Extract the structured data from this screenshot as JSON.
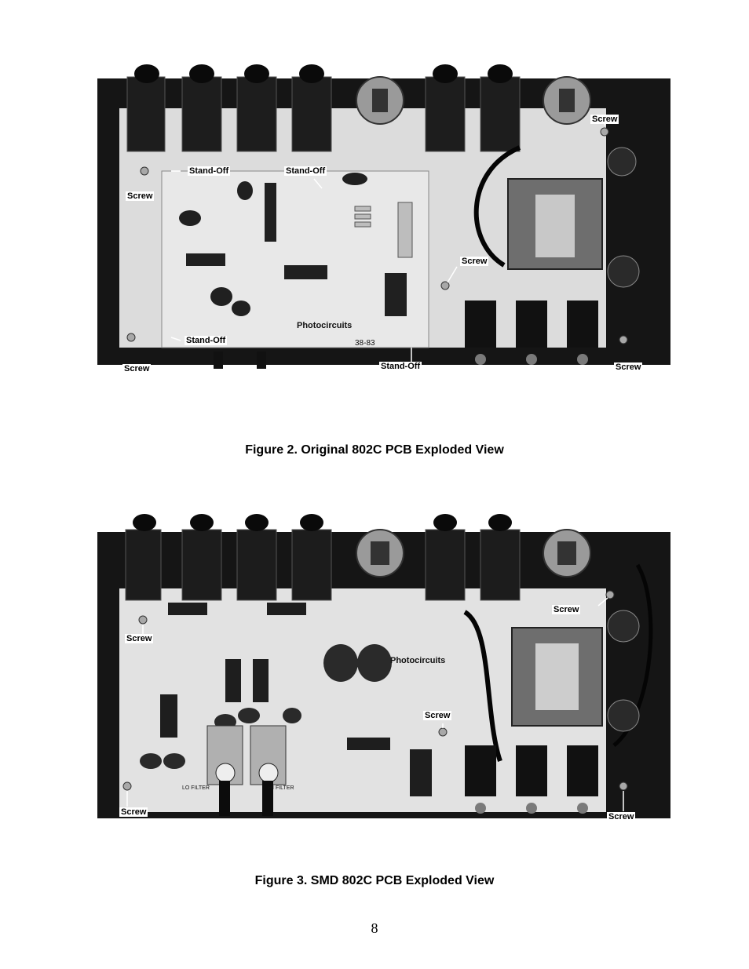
{
  "figure2": {
    "caption": "Figure 2. Original 802C PCB Exploded View",
    "board_print": [
      "Photocircuits",
      "38-83"
    ],
    "callouts": {
      "screw_top_right": "Screw",
      "standoff_left": "Stand-Off",
      "standoff_mid": "Stand-Off",
      "screw_left": "Screw",
      "screw_center": "Screw",
      "standoff_bottom_left": "Stand-Off",
      "screw_bottom_left": "Screw",
      "standoff_bottom": "Stand-Off",
      "screw_bottom_right": "Screw"
    }
  },
  "figure3": {
    "caption": "Figure 3. SMD 802C PCB Exploded View",
    "board_print": [
      "Photocircuits",
      "HI FILTER",
      "LO FILTER"
    ],
    "callouts": {
      "screw_top_right": "Screw",
      "screw_left": "Screw",
      "screw_center": "Screw",
      "screw_bottom_left": "Screw",
      "screw_bottom_right": "Screw"
    }
  },
  "page_number": "8"
}
